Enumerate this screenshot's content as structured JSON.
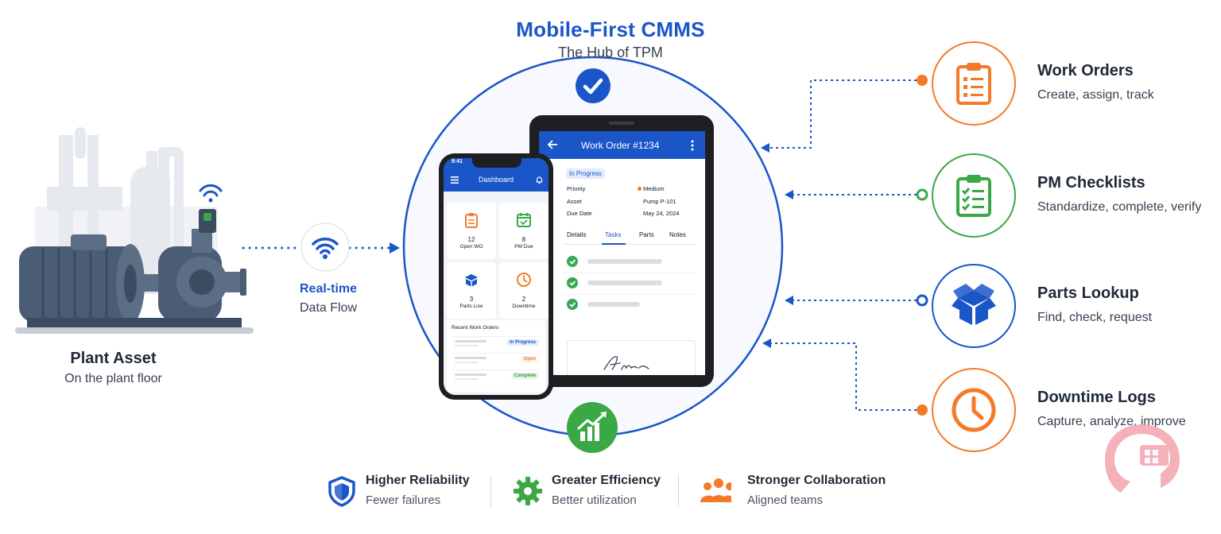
{
  "header": {
    "title": "Mobile-First CMMS",
    "subtitle": "The Hub of TPM"
  },
  "asset": {
    "title": "Plant Asset",
    "subtitle": "On the plant floor"
  },
  "flow": {
    "title": "Real-time",
    "subtitle": "Data Flow"
  },
  "features": [
    {
      "title": "Work Orders",
      "subtitle": "Create, assign, track",
      "color": "#f47a2a",
      "icon": "clipboard-icon"
    },
    {
      "title": "PM Checklists",
      "subtitle": "Standardize, complete, verify",
      "color": "#3aa845",
      "icon": "checklist-icon"
    },
    {
      "title": "Parts Lookup",
      "subtitle": "Find, check, request",
      "color": "#1a56c8",
      "icon": "box-icon"
    },
    {
      "title": "Downtime Logs",
      "subtitle": "Capture, analyze, improve",
      "color": "#f47a2a",
      "icon": "clock-icon"
    }
  ],
  "benefits": [
    {
      "title": "Higher Reliability",
      "subtitle": "Fewer failures",
      "color": "#1a56c8",
      "icon": "shield-icon"
    },
    {
      "title": "Greater Efficiency",
      "subtitle": "Better utilization",
      "color": "#3aa845",
      "icon": "gear-icon"
    },
    {
      "title": "Stronger Collaboration",
      "subtitle": "Aligned teams",
      "color": "#f47a2a",
      "icon": "team-icon"
    }
  ],
  "phone": {
    "time": "9:41",
    "title": "Dashboard",
    "tiles": [
      {
        "value": "12",
        "label": "Open WO",
        "icon": "clipboard-icon"
      },
      {
        "value": "8",
        "label": "PM Due",
        "icon": "calendar-check-icon"
      },
      {
        "value": "3",
        "label": "Parts Low",
        "icon": "box-icon"
      },
      {
        "value": "2",
        "label": "Downtime",
        "icon": "clock-icon"
      }
    ],
    "recent_title": "Recent Work Orders",
    "recent": [
      {
        "status": "In Progress",
        "color": "#1a56c8",
        "bg": "#e3ecfb"
      },
      {
        "status": "Open",
        "color": "#f47a2a",
        "bg": "#fff3ea"
      },
      {
        "status": "Complete",
        "color": "#2f9a3c",
        "bg": "#e7f5e9"
      }
    ]
  },
  "tablet": {
    "title": "Work Order #1234",
    "status": "In Progress",
    "fields": [
      {
        "key": "Priority",
        "value": "Medium"
      },
      {
        "key": "Asset",
        "value": "Pump P-101"
      },
      {
        "key": "Due Date",
        "value": "May 24, 2024"
      }
    ],
    "tabs": [
      "Details",
      "Tasks",
      "Parts",
      "Notes"
    ],
    "active_tab": "Tasks"
  },
  "colors": {
    "primary": "#1a56c8",
    "orange": "#f47a2a",
    "green": "#3aa845"
  }
}
